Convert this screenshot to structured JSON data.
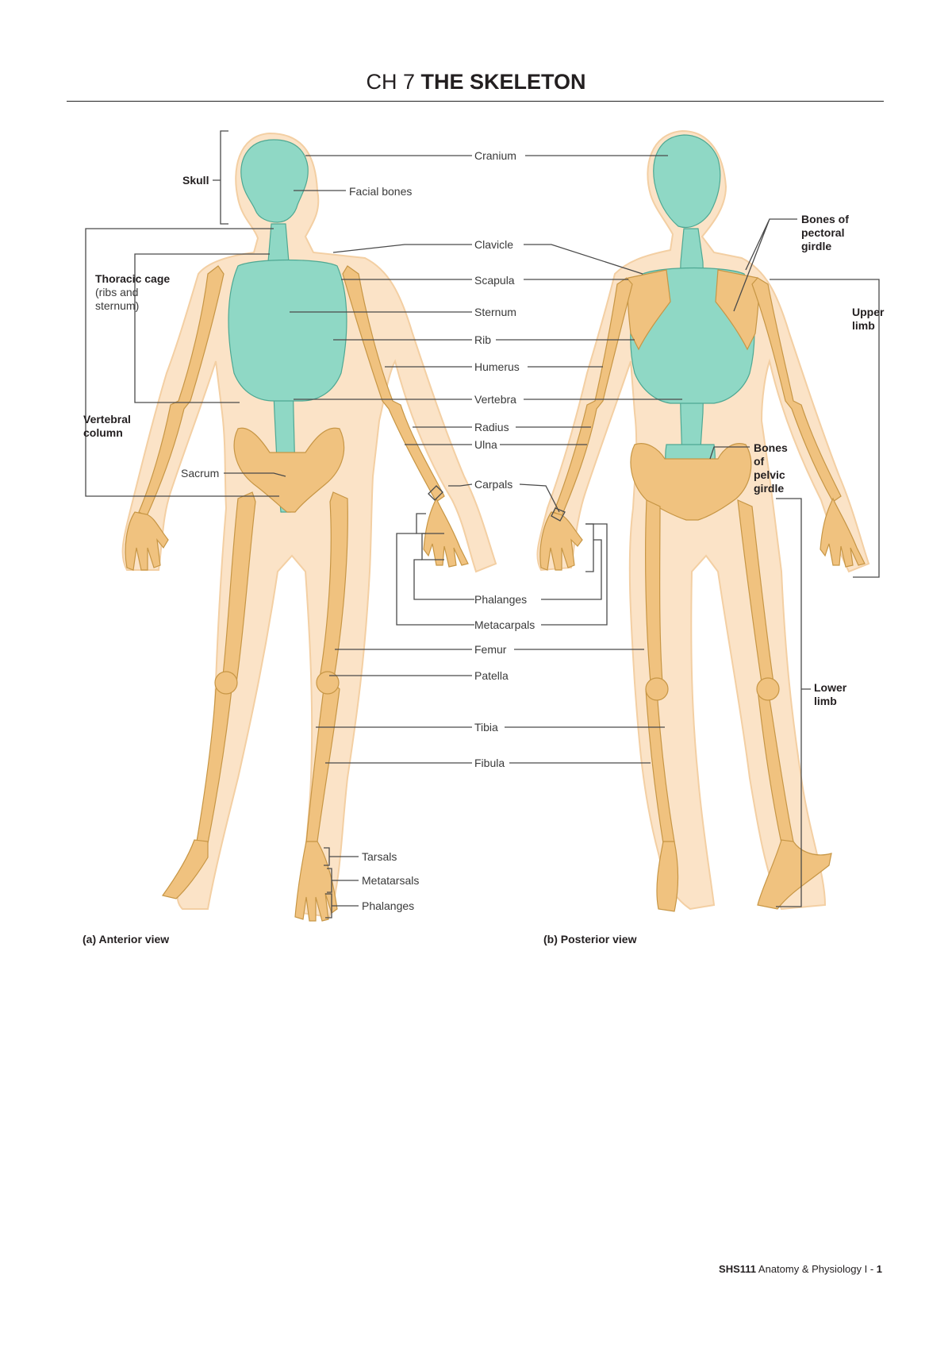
{
  "page": {
    "title_plain": "CH 7 ",
    "title_bold": "THE SKELETON",
    "footer_course": "SHS111",
    "footer_text": " Anatomy & Physiology I - ",
    "footer_page": "1"
  },
  "figure": {
    "center_labels": {
      "cranium": "Cranium",
      "facial_bones": "Facial bones",
      "clavicle": "Clavicle",
      "scapula": "Scapula",
      "sternum": "Sternum",
      "rib": "Rib",
      "humerus": "Humerus",
      "vertebra": "Vertebra",
      "radius": "Radius",
      "ulna": "Ulna",
      "carpals": "Carpals",
      "phalanges": "Phalanges",
      "metacarpals": "Metacarpals",
      "femur": "Femur",
      "patella": "Patella",
      "tibia": "Tibia",
      "fibula": "Fibula",
      "tarsals": "Tarsals",
      "metatarsals": "Metatarsals",
      "foot_phalanges": "Phalanges",
      "sacrum": "Sacrum"
    },
    "left_groups": {
      "skull": "Skull",
      "thoracic_cage": "Thoracic cage",
      "thoracic_cage_note_1": "(ribs and",
      "thoracic_cage_note_2": "sternum)",
      "vertebral_column_1": "Vertebral",
      "vertebral_column_2": "column"
    },
    "right_groups": {
      "pectoral_1": "Bones of",
      "pectoral_2": "pectoral",
      "pectoral_3": "girdle",
      "upper_limb_1": "Upper",
      "upper_limb_2": "limb",
      "pelvic_1": "Bones",
      "pelvic_2": "of",
      "pelvic_3": "pelvic",
      "pelvic_4": "girdle",
      "lower_limb_1": "Lower",
      "lower_limb_2": "limb"
    },
    "captions": {
      "anterior": "(a) Anterior view",
      "posterior": "(b) Posterior view"
    },
    "colors": {
      "axial_skeleton": "#8fd8c5",
      "appendicular_skeleton": "#f0c27f",
      "body_outline": "#fbe3c7"
    }
  }
}
